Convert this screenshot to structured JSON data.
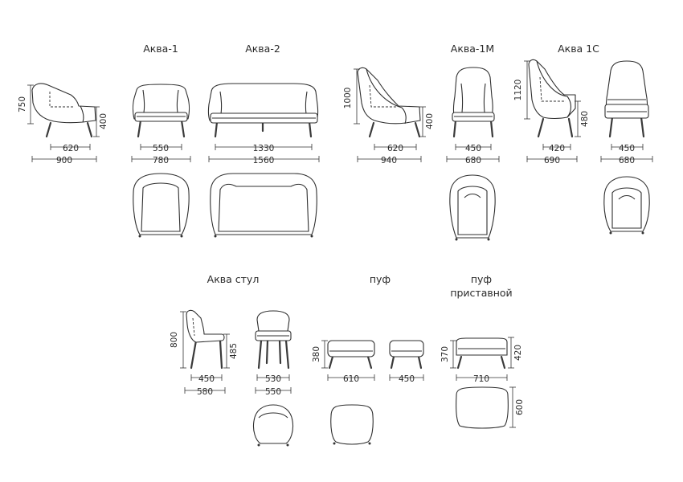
{
  "titles": {
    "aqua1": "Аква-1",
    "aqua2": "Аква-2",
    "aqua1m": "Аква-1М",
    "aqua1c": "Аква 1С",
    "chair": "Аква стул",
    "pouf": "пуф",
    "pouf_side_l1": "пуф",
    "pouf_side_l2": "приставной"
  },
  "dims": {
    "aqua1": {
      "height": "750",
      "seat": "400",
      "depth_seat": "620",
      "depth": "900",
      "width_inner": "550",
      "width": "780"
    },
    "aqua2": {
      "width_inner": "1330",
      "width": "1560"
    },
    "aqua1m": {
      "height": "1000",
      "seat": "400",
      "depth_seat": "620",
      "depth": "940",
      "width_inner": "450",
      "width": "680"
    },
    "aqua1c": {
      "height": "1120",
      "seat": "480",
      "depth_seat": "420",
      "depth": "690",
      "width_inner": "450",
      "width": "680"
    },
    "chair": {
      "height": "800",
      "seat": "485",
      "depth_seat": "450",
      "depth": "580",
      "width_inner": "530",
      "width": "550"
    },
    "pouf": {
      "height": "380",
      "length": "610",
      "width": "450"
    },
    "pouf_side": {
      "height": "370",
      "height_total": "420",
      "length": "710",
      "depth": "600"
    }
  }
}
